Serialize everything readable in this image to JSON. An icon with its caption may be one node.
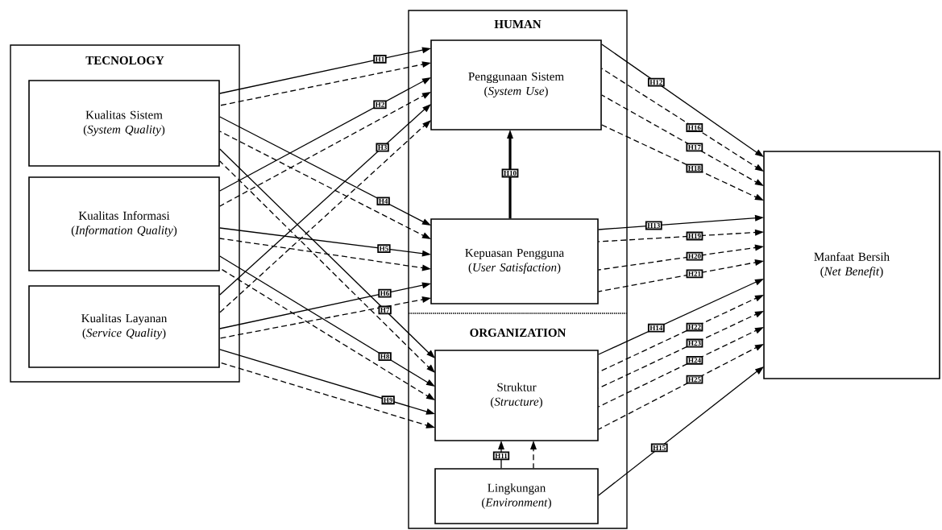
{
  "diagram": {
    "nodes": [
      {
        "text": [
          "TECNOLOGY"
        ]
      },
      {
        "text": [
          "Kualitas Sistem",
          "(*System Quality*)"
        ],
        "in": 0
      },
      {
        "text": [
          "Kualitas Informasi",
          "(*Information Quality*)"
        ],
        "in": 0
      },
      {
        "text": [
          "Kualitas Layanan",
          "(*Service Quality*)"
        ],
        "in": 0
      },
      {
        "text": [
          "HUMAN"
        ]
      },
      {
        "text": [
          "Penggunaan Sistem",
          "(*System Use*)"
        ],
        "in": 4
      },
      {
        "text": [
          "Kepuasan Pengguna",
          "(*User Satisfaction*)"
        ],
        "in": 4
      },
      {
        "text": [
          "ORGANIZATION"
        ]
      },
      {
        "text": [
          "Struktur",
          "(*Structure*)"
        ],
        "in": 7
      },
      {
        "text": [
          "Lingkungan",
          "(*Environment*)"
        ],
        "in": 7
      },
      {
        "text": [
          "Manfaat Bersih",
          "(*Net Benefit*)"
        ]
      }
    ],
    "edges": [
      {
        "from": 1,
        "to": 5,
        "arrow": "to",
        "label": "H1"
      },
      {
        "from": 1,
        "to": 5,
        "arrow": "to",
        "style": "dashed"
      },
      {
        "from": 2,
        "to": 5,
        "arrow": "to",
        "label": "H2"
      },
      {
        "from": 2,
        "to": 5,
        "arrow": "to",
        "style": "dashed"
      },
      {
        "from": 3,
        "to": 5,
        "arrow": "to",
        "label": "H3"
      },
      {
        "from": 3,
        "to": 5,
        "arrow": "to",
        "style": "dashed"
      },
      {
        "from": 1,
        "to": 6,
        "arrow": "to",
        "label": "H4"
      },
      {
        "from": 1,
        "to": 6,
        "arrow": "to",
        "style": "dashed"
      },
      {
        "from": 2,
        "to": 6,
        "arrow": "to",
        "label": "H5"
      },
      {
        "from": 2,
        "to": 6,
        "arrow": "to",
        "style": "dashed"
      },
      {
        "from": 3,
        "to": 6,
        "arrow": "to",
        "label": "H6"
      },
      {
        "from": 3,
        "to": 6,
        "arrow": "to",
        "style": "dashed"
      },
      {
        "from": 1,
        "to": 8,
        "arrow": "to",
        "label": "H7"
      },
      {
        "from": 1,
        "to": 8,
        "arrow": "to",
        "style": "dashed"
      },
      {
        "from": 2,
        "to": 8,
        "arrow": "to",
        "label": "H8"
      },
      {
        "from": 2,
        "to": 8,
        "arrow": "to",
        "style": "dashed"
      },
      {
        "from": 3,
        "to": 8,
        "arrow": "to",
        "label": "H9"
      },
      {
        "from": 3,
        "to": 8,
        "arrow": "to",
        "style": "dashed"
      },
      {
        "from": 6,
        "to": 5,
        "arrow": "to",
        "label": "H10",
        "style": "thick"
      },
      {
        "from": 9,
        "to": 8,
        "arrow": "to",
        "label": "H11"
      },
      {
        "from": 9,
        "to": 8,
        "arrow": "to",
        "style": "dashed"
      },
      {
        "from": 5,
        "to": 10,
        "arrow": "to",
        "label": "H12"
      },
      {
        "from": 5,
        "to": 10,
        "arrow": "to",
        "label": "H16",
        "style": "dashed"
      },
      {
        "from": 5,
        "to": 10,
        "arrow": "to",
        "label": "H17",
        "style": "dashed"
      },
      {
        "from": 5,
        "to": 10,
        "arrow": "to",
        "label": "H18",
        "style": "dashed"
      },
      {
        "from": 6,
        "to": 10,
        "arrow": "to",
        "label": "H13"
      },
      {
        "from": 6,
        "to": 10,
        "arrow": "to",
        "label": "H19",
        "style": "dashed"
      },
      {
        "from": 6,
        "to": 10,
        "arrow": "to",
        "label": "H20",
        "style": "dashed"
      },
      {
        "from": 6,
        "to": 10,
        "arrow": "to",
        "label": "H21",
        "style": "dashed"
      },
      {
        "from": 8,
        "to": 10,
        "arrow": "to",
        "label": "H14"
      },
      {
        "from": 8,
        "to": 10,
        "arrow": "to",
        "label": "H22",
        "style": "dashed"
      },
      {
        "from": 8,
        "to": 10,
        "arrow": "to",
        "label": "H23",
        "style": "dashed"
      },
      {
        "from": 8,
        "to": 10,
        "arrow": "to",
        "label": "H24",
        "style": "dashed"
      },
      {
        "from": 8,
        "to": 10,
        "arrow": "to",
        "label": "H25",
        "style": "dashed"
      },
      {
        "from": 9,
        "to": 10,
        "arrow": "to",
        "label": "H15"
      }
    ]
  }
}
